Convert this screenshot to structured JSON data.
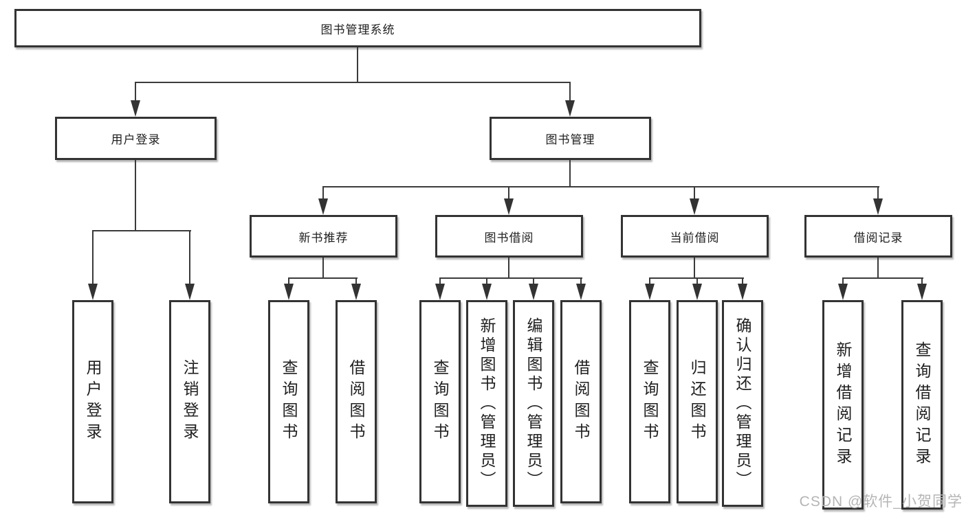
{
  "diagram": {
    "root": {
      "label": "图书管理系统"
    },
    "user_login": {
      "label": "用户登录",
      "children": [
        {
          "label": "用户登录"
        },
        {
          "label": "注销登录"
        }
      ]
    },
    "book_mgmt": {
      "label": "图书管理",
      "groups": [
        {
          "label": "新书推荐",
          "children": [
            {
              "label": "查询图书"
            },
            {
              "label": "借阅图书"
            }
          ]
        },
        {
          "label": "图书借阅",
          "children": [
            {
              "label": "查询图书"
            },
            {
              "label": "新增图书（管理员）"
            },
            {
              "label": "编辑图书（管理员）"
            },
            {
              "label": "借阅图书"
            }
          ]
        },
        {
          "label": "当前借阅",
          "children": [
            {
              "label": "查询图书"
            },
            {
              "label": "归还图书"
            },
            {
              "label": "确认归还（管理员）"
            }
          ]
        },
        {
          "label": "借阅记录",
          "children": [
            {
              "label": "新增借阅记录"
            },
            {
              "label": "查询借阅记录"
            }
          ]
        }
      ]
    }
  },
  "watermark": {
    "text": "CSDN @软件_小贺同学"
  },
  "colors": {
    "line": "#3a3a3a",
    "border": "#333333",
    "background": "#ffffff",
    "text": "#1f1f1f",
    "watermark": "#b5b5b5"
  }
}
